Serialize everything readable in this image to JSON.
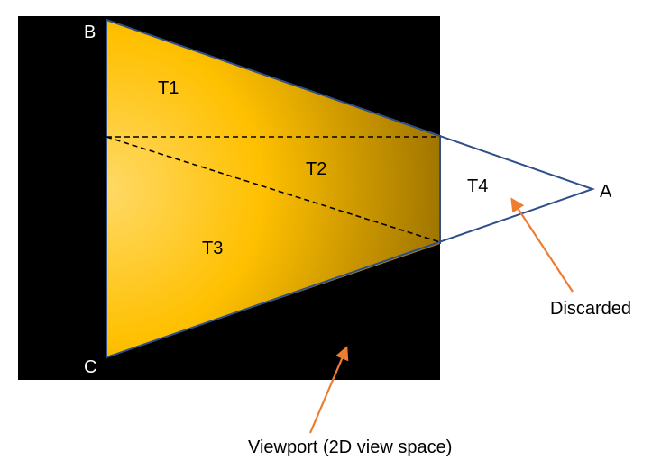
{
  "vertices": {
    "a": "A",
    "b": "B",
    "c": "C"
  },
  "triangles": {
    "t1": "T1",
    "t2": "T2",
    "t3": "T3",
    "t4": "T4"
  },
  "annotations": {
    "discarded": "Discarded",
    "viewport": "Viewport (2D view space)"
  },
  "colors": {
    "viewport_background": "#000000",
    "triangle_fill_light": "#ffd966",
    "triangle_fill_mid": "#ffc000",
    "triangle_fill_dark": "#9c7200",
    "triangle_outline": "#2f4f8a",
    "arrow": "#ed7d31"
  }
}
